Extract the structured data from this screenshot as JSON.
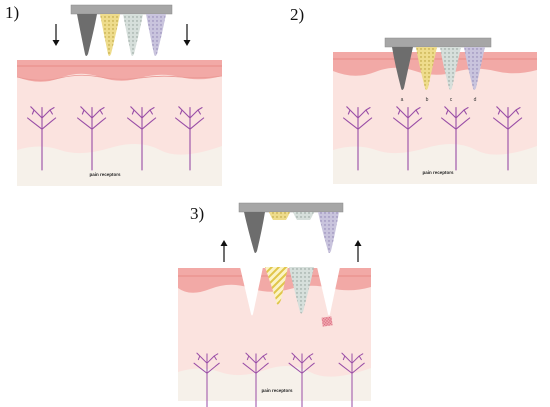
{
  "steps": [
    {
      "number": "1)",
      "receptor_label": "pain receptors"
    },
    {
      "number": "2)",
      "receptor_label": "pain receptors",
      "needle_letters": [
        "a",
        "b",
        "c",
        "d"
      ]
    },
    {
      "number": "3)",
      "receptor_label": "pain receptors"
    }
  ],
  "colors": {
    "epidermis": "#f2a9a6",
    "epidermis_line": "#e5807c",
    "dermis": "#fbe3df",
    "hypodermis": "#f6f2eb",
    "nerve": "#9a4fa7",
    "backing": "#a7a7a7",
    "needle_a": "#6d6d6d",
    "needle_b": "#e6cf6b",
    "needle_c": "#bcc9c4",
    "needle_d": "#a7b9d0"
  }
}
